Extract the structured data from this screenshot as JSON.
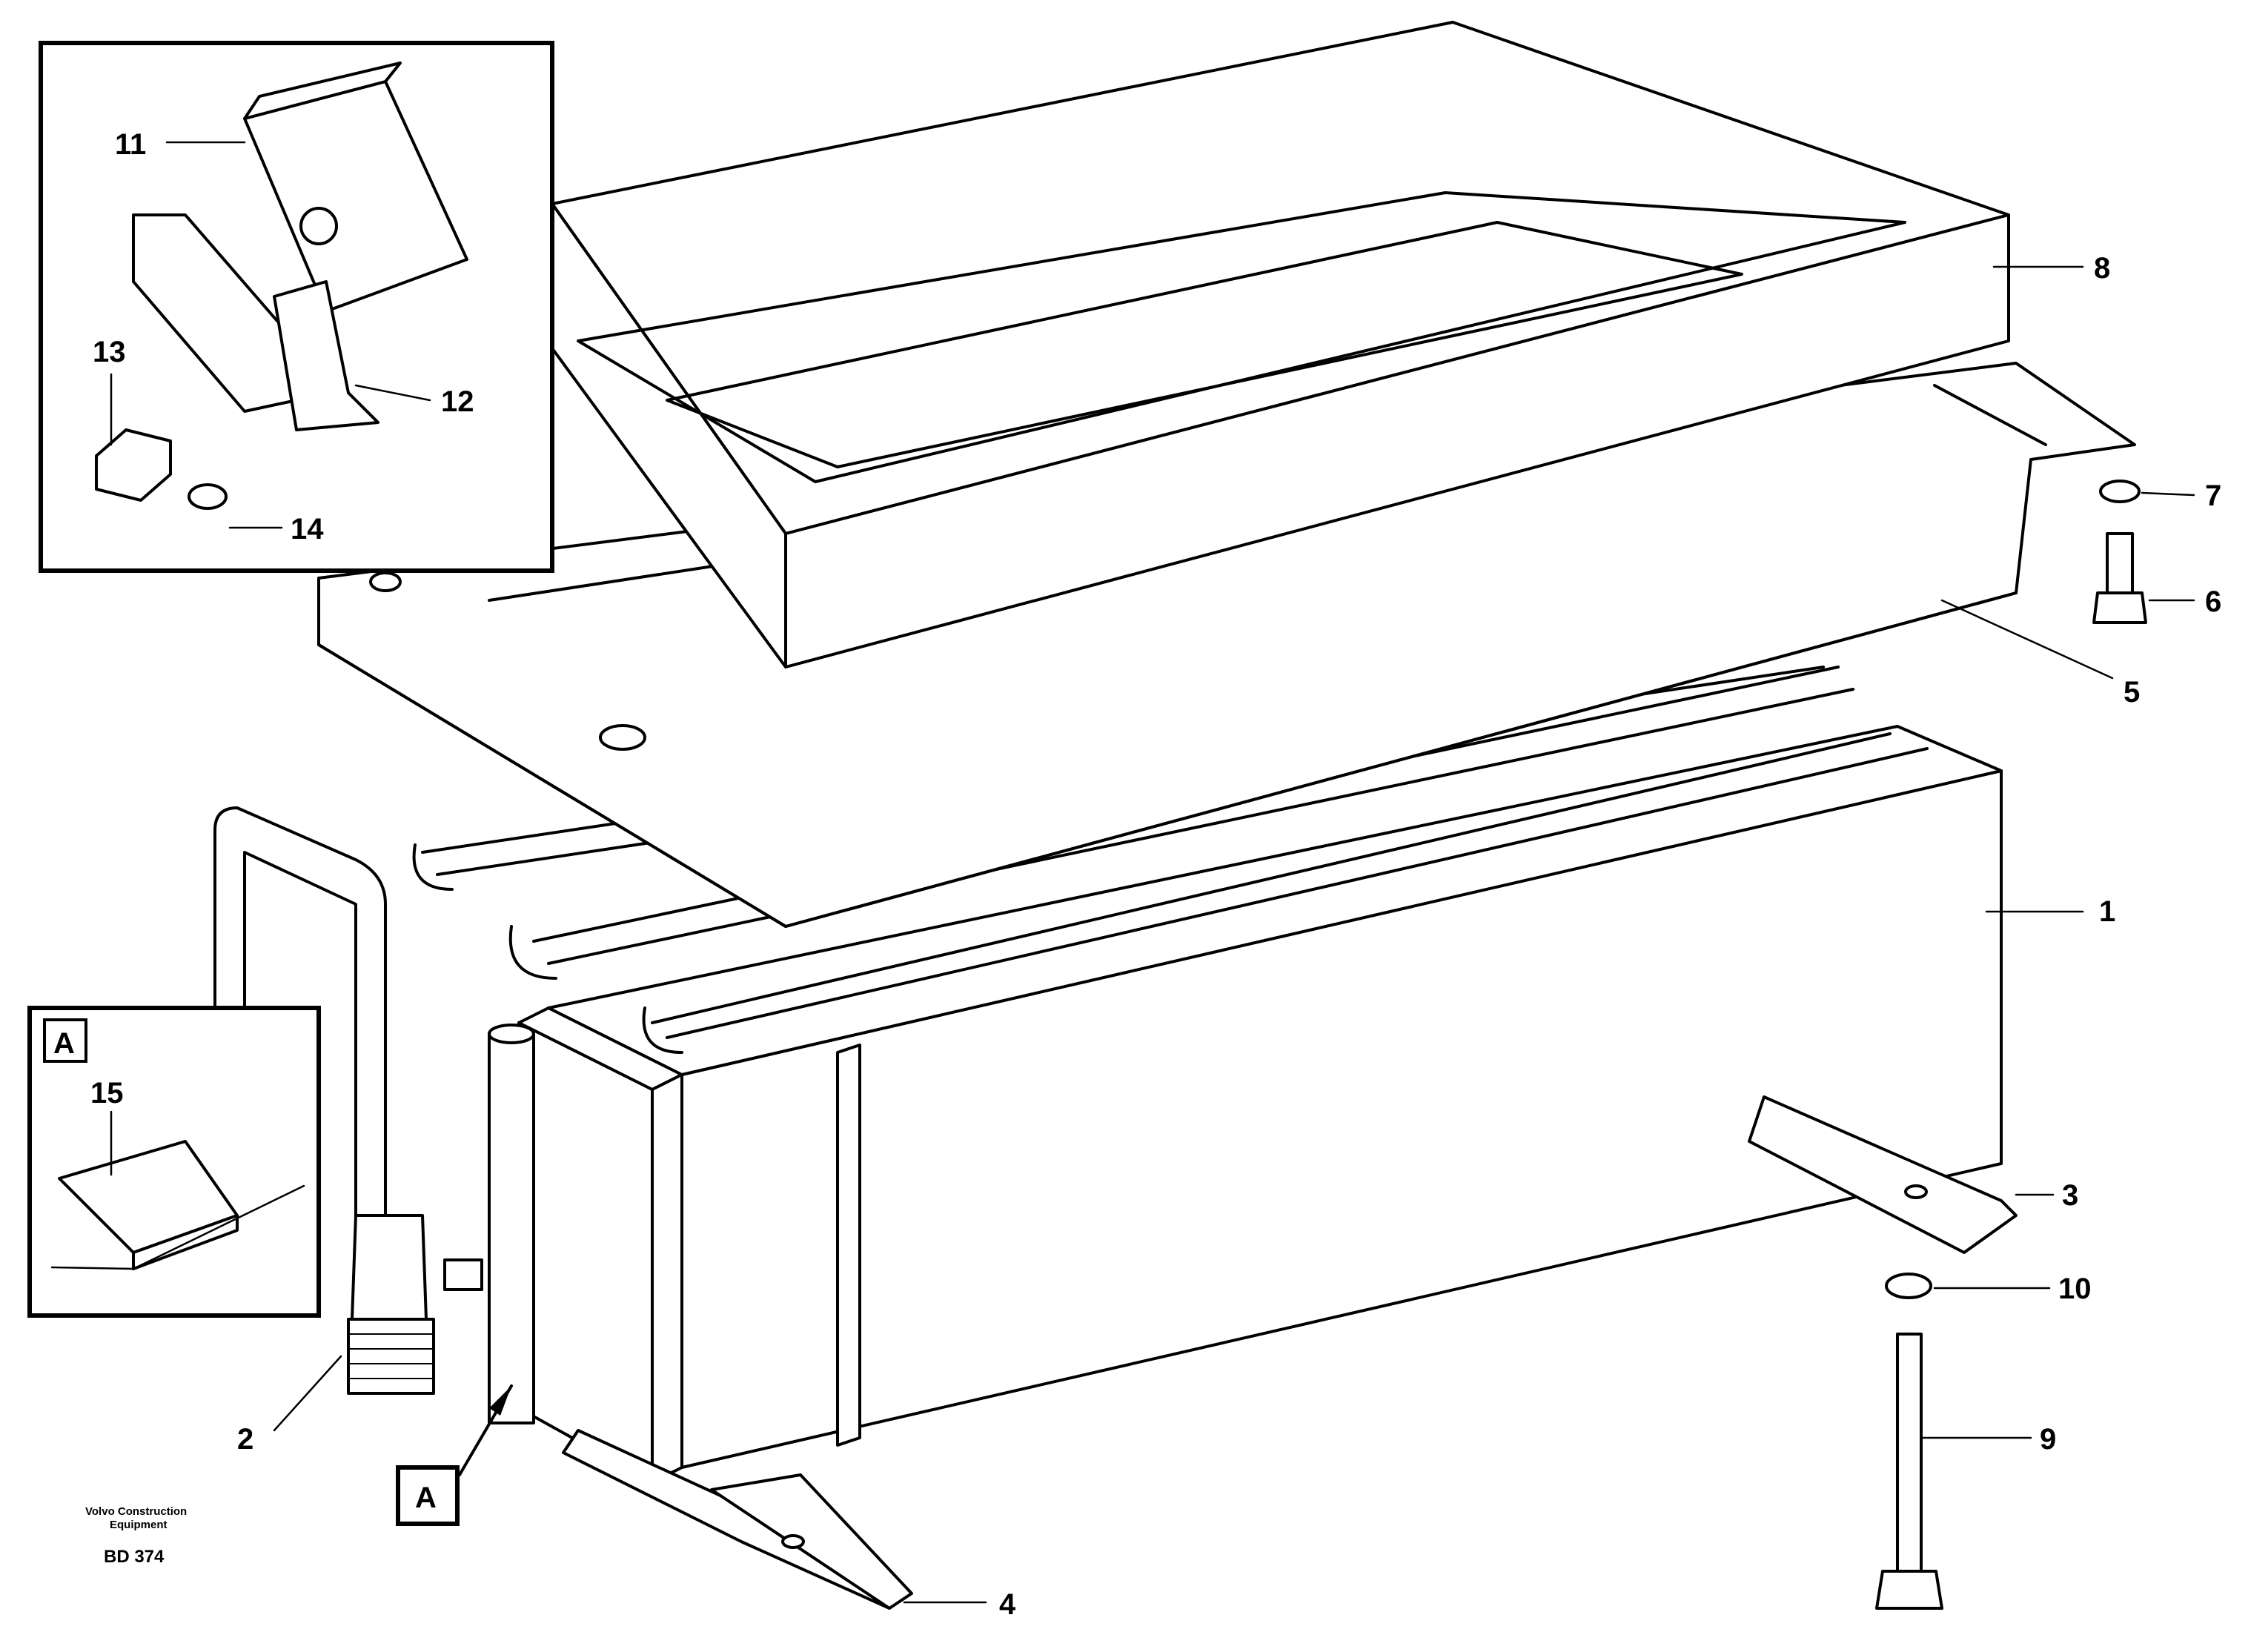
{
  "figure": {
    "callouts": [
      {
        "id": "c1",
        "label": "1"
      },
      {
        "id": "c2",
        "label": "2"
      },
      {
        "id": "c3",
        "label": "3"
      },
      {
        "id": "c4",
        "label": "4"
      },
      {
        "id": "c5",
        "label": "5"
      },
      {
        "id": "c6",
        "label": "6"
      },
      {
        "id": "c7",
        "label": "7"
      },
      {
        "id": "c8",
        "label": "8"
      },
      {
        "id": "c9",
        "label": "9"
      },
      {
        "id": "c10",
        "label": "10"
      },
      {
        "id": "c11",
        "label": "11"
      },
      {
        "id": "c12",
        "label": "12"
      },
      {
        "id": "c13",
        "label": "13"
      },
      {
        "id": "c14",
        "label": "14"
      },
      {
        "id": "c15",
        "label": "15"
      }
    ],
    "view_marker": "A",
    "detail_marker": "A",
    "publisher_line1": "Volvo Construction",
    "publisher_line2": "Equipment",
    "drawing_code": "BD 374"
  }
}
